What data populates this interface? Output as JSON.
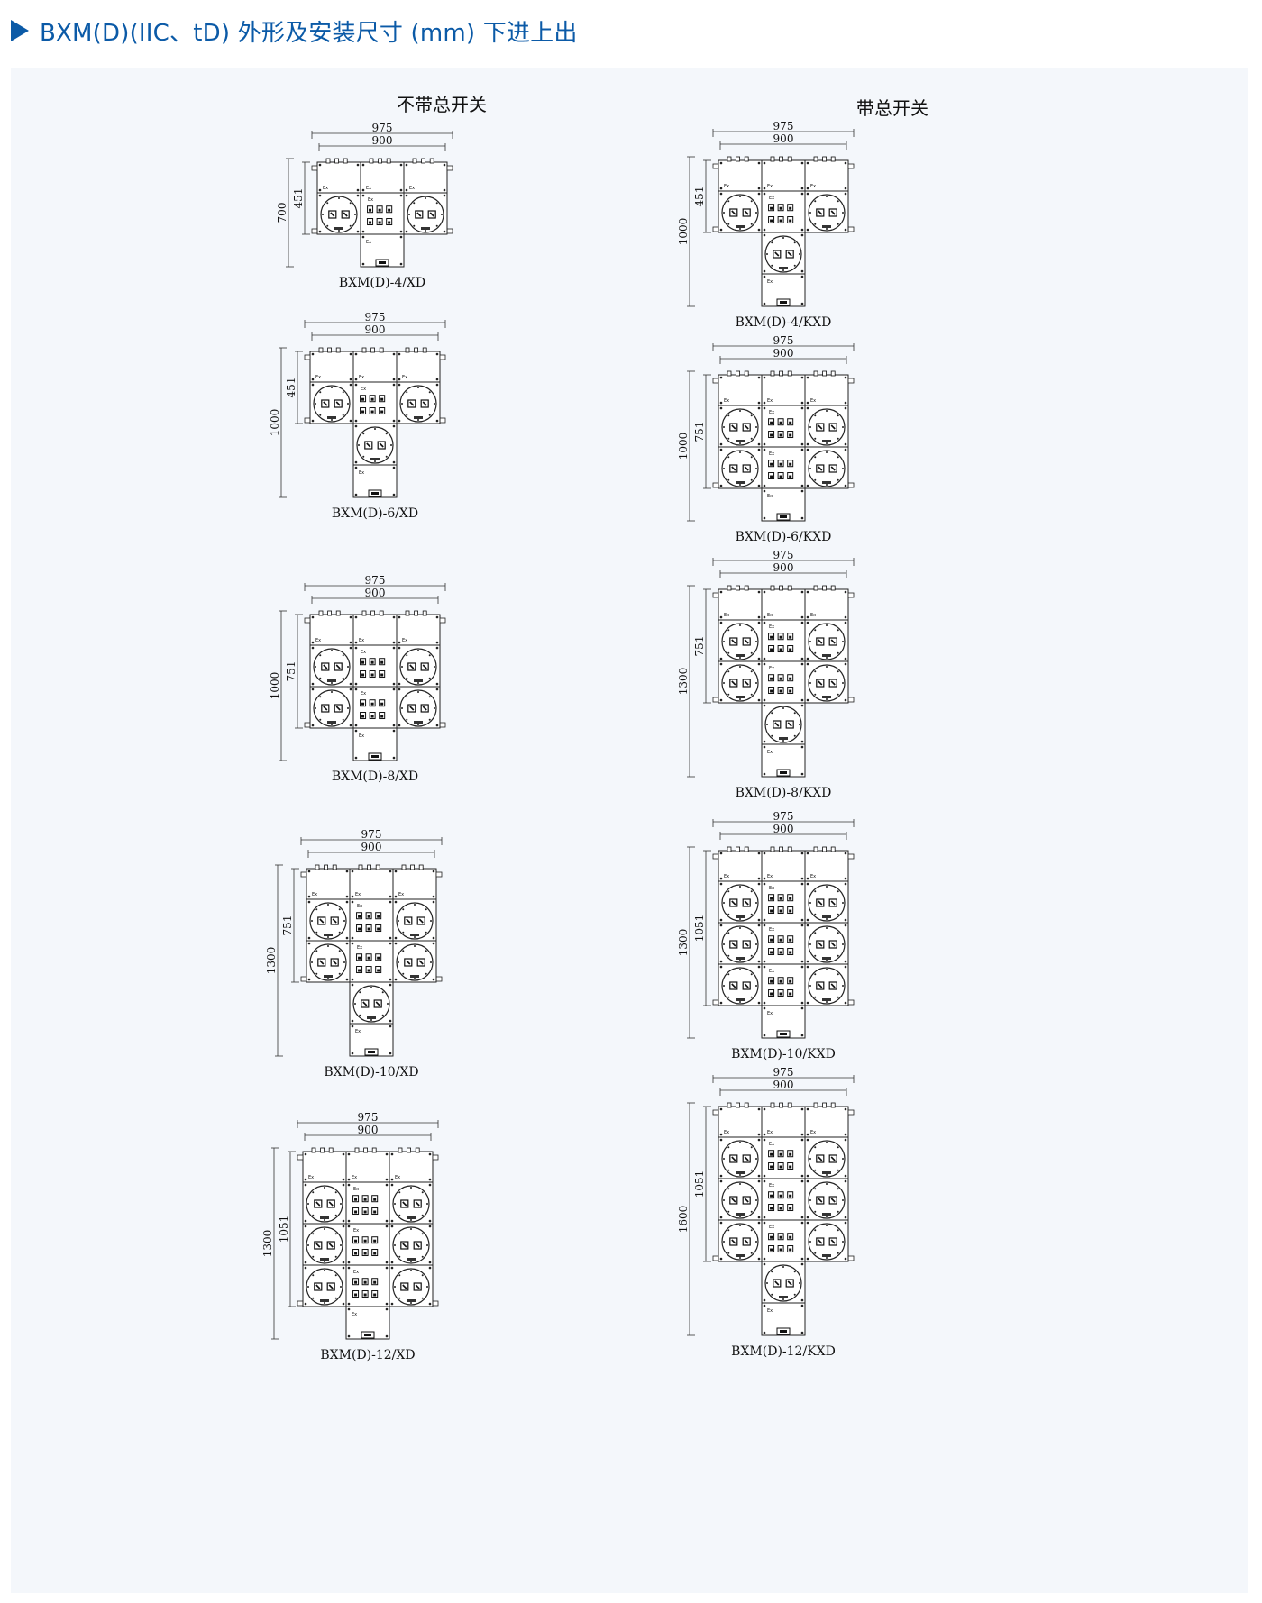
{
  "header": {
    "title": "BXM(D)(IIC、tD) 外形及安装尺寸 (mm) 下进上出",
    "accent_color": "#0b5aa7",
    "icon": "play-triangle-icon"
  },
  "columns": [
    {
      "title": "不带总开关"
    },
    {
      "title": "带总开关"
    }
  ],
  "drawings": [
    {
      "model": "BXM(D)-4/XD",
      "width_outer": "975",
      "width_inner": "900",
      "height_total": "700",
      "height_mount": "451",
      "top_rows": 2,
      "bottom": [
        "plain"
      ]
    },
    {
      "model": "BXM(D)-4/KXD",
      "width_outer": "975",
      "width_inner": "900",
      "height_total": "1000",
      "height_mount": "451",
      "top_rows": 2,
      "bottom": [
        "socket",
        "plain"
      ]
    },
    {
      "model": "BXM(D)-6/XD",
      "width_outer": "975",
      "width_inner": "900",
      "height_total": "1000",
      "height_mount": "451",
      "top_rows": 2,
      "bottom": [
        "socket",
        "plain"
      ]
    },
    {
      "model": "BXM(D)-6/KXD",
      "width_outer": "975",
      "width_inner": "900",
      "height_total": "1000",
      "height_mount": "751",
      "top_rows": 3,
      "bottom": [
        "plain"
      ]
    },
    {
      "model": "BXM(D)-8/XD",
      "width_outer": "975",
      "width_inner": "900",
      "height_total": "1000",
      "height_mount": "751",
      "top_rows": 3,
      "bottom": [
        "plain"
      ]
    },
    {
      "model": "BXM(D)-8/KXD",
      "width_outer": "975",
      "width_inner": "900",
      "height_total": "1300",
      "height_mount": "751",
      "top_rows": 3,
      "bottom": [
        "socket",
        "plain"
      ]
    },
    {
      "model": "BXM(D)-10/XD",
      "width_outer": "975",
      "width_inner": "900",
      "height_total": "1300",
      "height_mount": "751",
      "top_rows": 3,
      "bottom": [
        "socket",
        "plain"
      ]
    },
    {
      "model": "BXM(D)-10/KXD",
      "width_outer": "975",
      "width_inner": "900",
      "height_total": "1300",
      "height_mount": "1051",
      "top_rows": 4,
      "bottom": [
        "plain"
      ]
    },
    {
      "model": "BXM(D)-12/XD",
      "width_outer": "975",
      "width_inner": "900",
      "height_total": "1300",
      "height_mount": "1051",
      "top_rows": 4,
      "bottom": [
        "plain"
      ]
    },
    {
      "model": "BXM(D)-12/KXD",
      "width_outer": "975",
      "width_inner": "900",
      "height_total": "1600",
      "height_mount": "1051",
      "top_rows": 4,
      "bottom": [
        "socket",
        "plain"
      ]
    }
  ]
}
